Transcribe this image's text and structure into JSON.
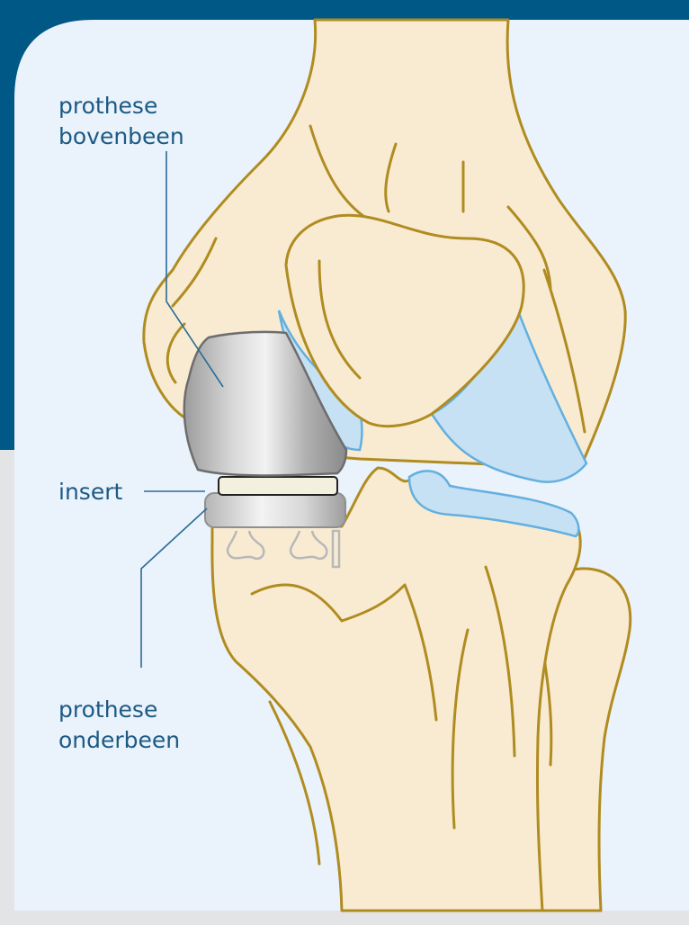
{
  "labels": {
    "femoral_line1": "prothese",
    "femoral_line2": "bovenbeen",
    "insert": "insert",
    "tibial_line1": "prothese",
    "tibial_line2": "onderbeen"
  },
  "colors": {
    "header_band": "#005886",
    "panel_background": "#eaf2fb",
    "frame_background": "#e3e4e6",
    "bone_fill": "#f8ebd2",
    "bone_outline": "#b08c20",
    "cartilage_fill": "#c6e1f3",
    "cartilage_outline": "#63afe0",
    "implant_metal": "#b3b3b3",
    "insert_fill": "#f3f1dd",
    "label_text": "#1c5a84",
    "leader_line": "#2a6c95"
  }
}
